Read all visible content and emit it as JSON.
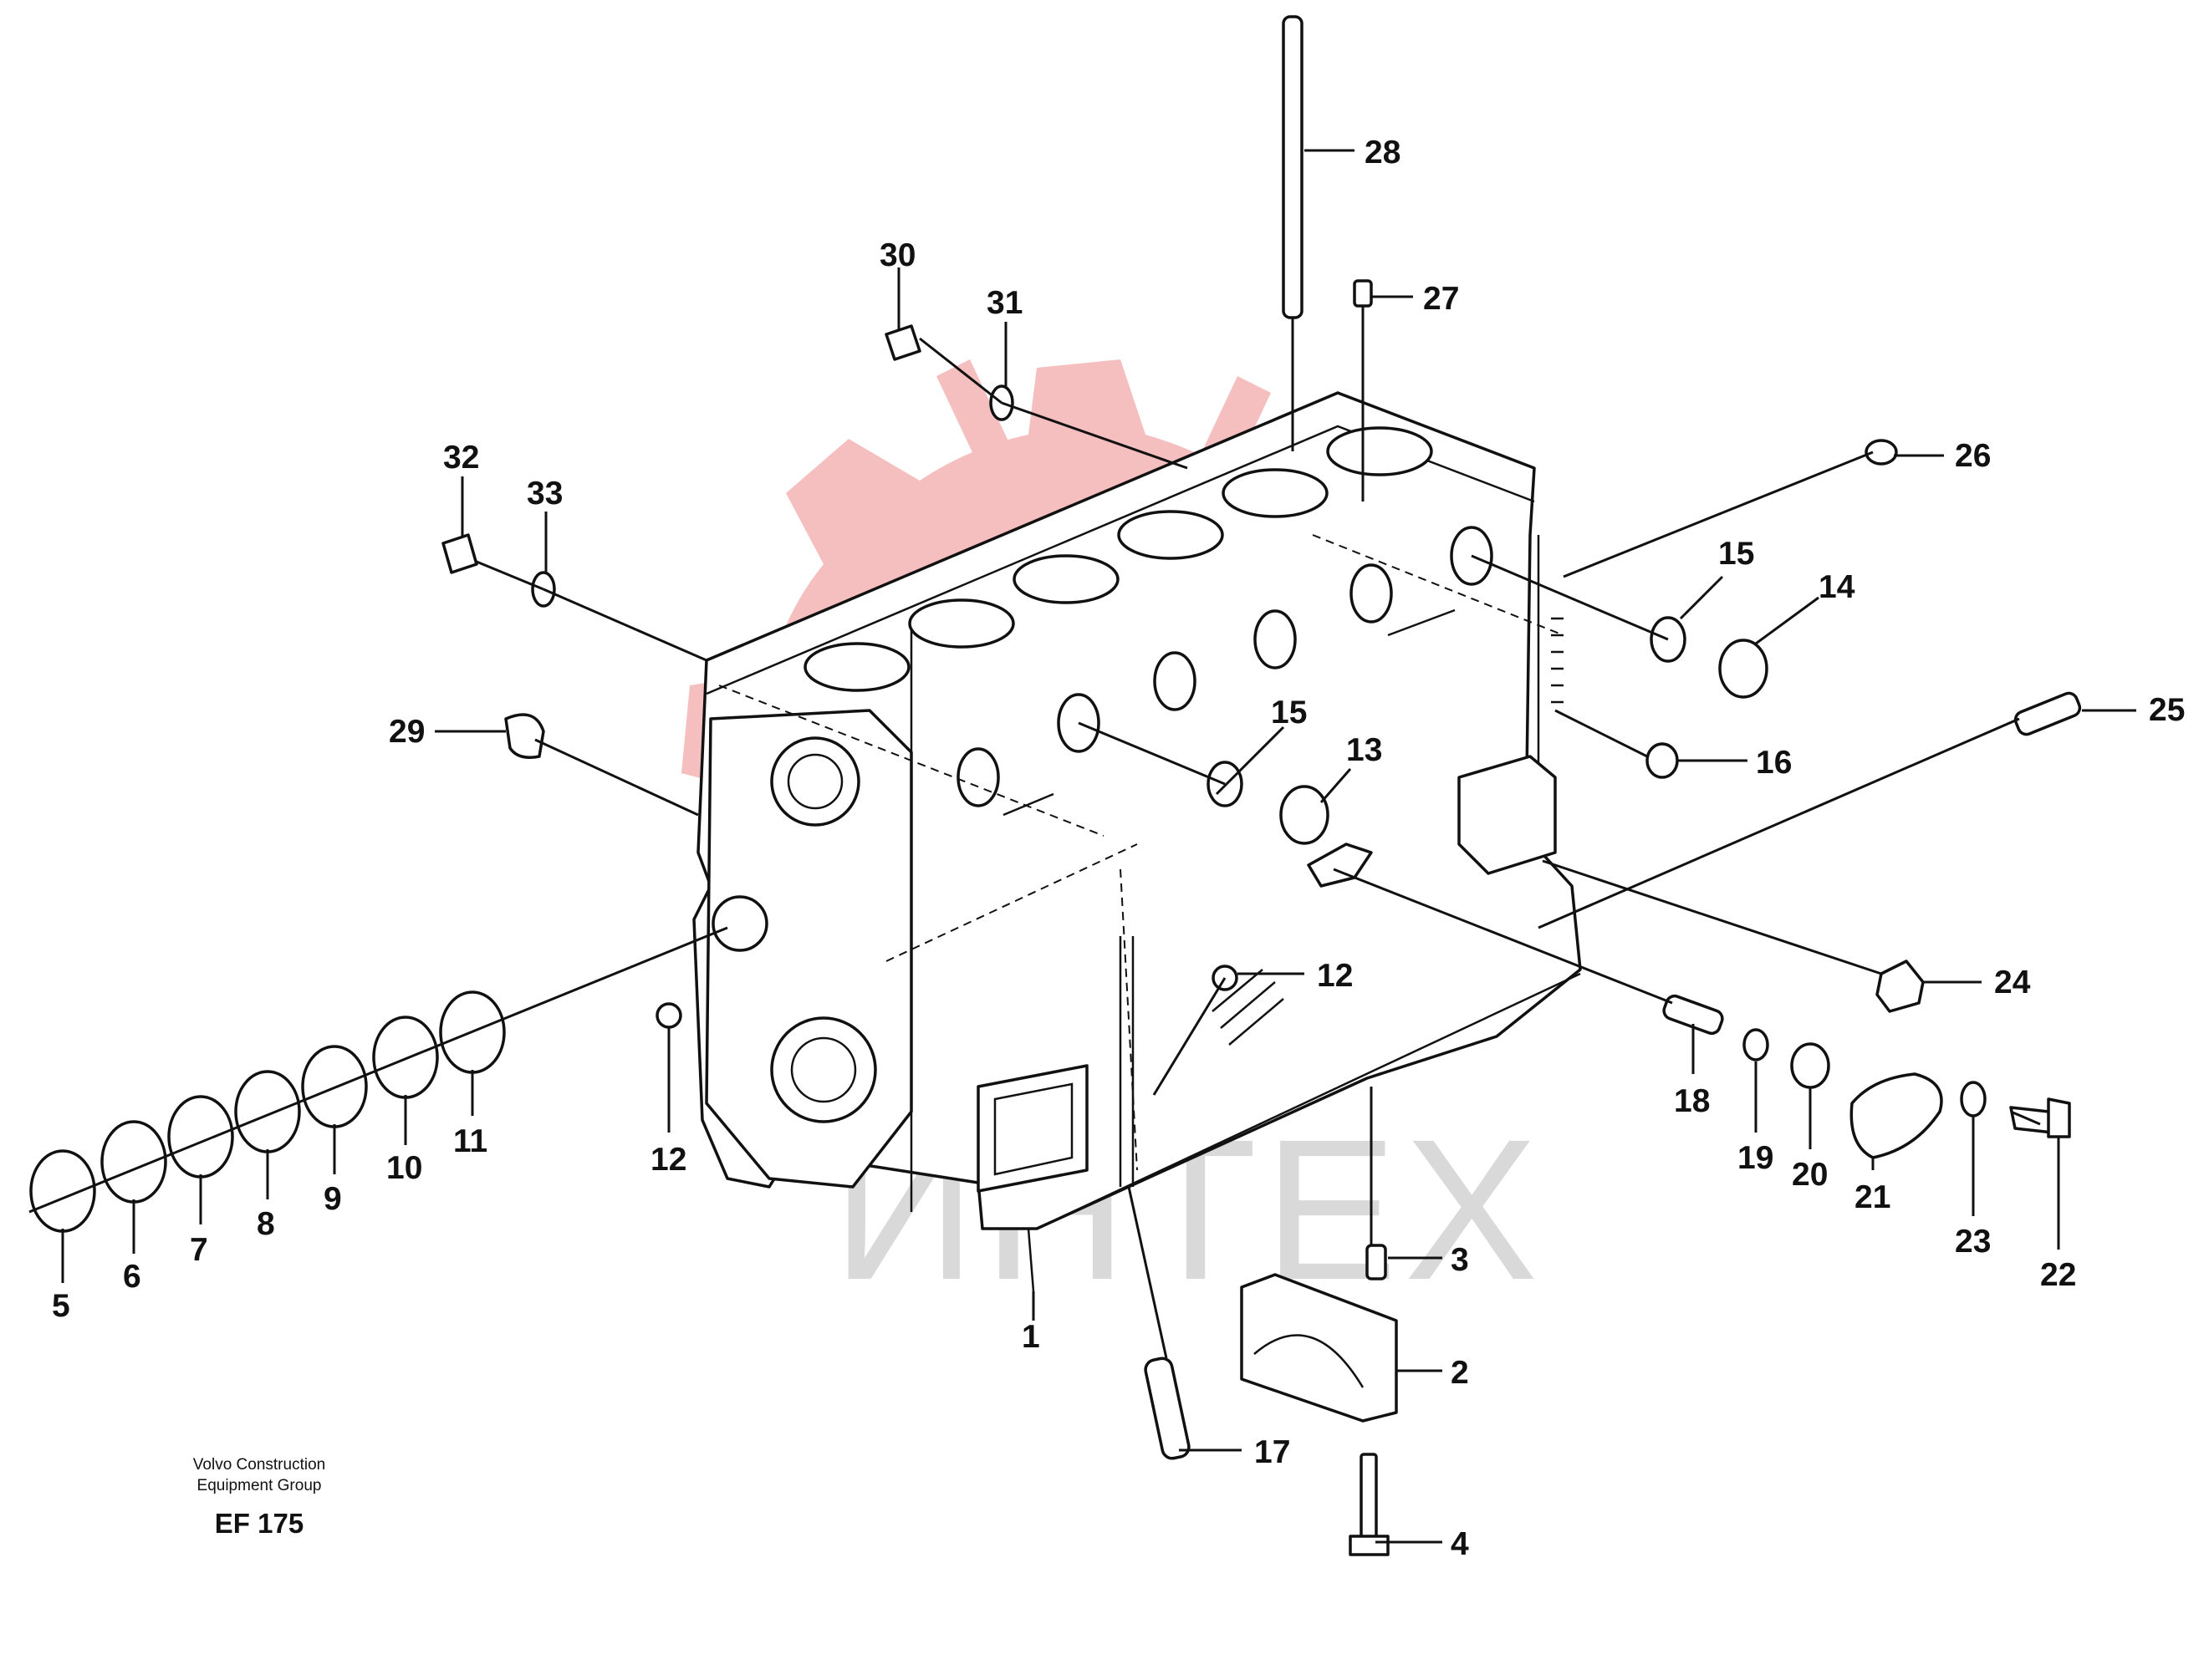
{
  "watermark": {
    "text": "ИНТЕХ",
    "logo_color": "#f4b4b4",
    "text_color": "#d9d9d9"
  },
  "callouts": [
    "1",
    "2",
    "3",
    "4",
    "5",
    "6",
    "7",
    "8",
    "9",
    "10",
    "11",
    "12",
    "12",
    "13",
    "14",
    "15",
    "15",
    "16",
    "17",
    "18",
    "19",
    "20",
    "21",
    "22",
    "23",
    "24",
    "25",
    "26",
    "27",
    "28",
    "29",
    "30",
    "31",
    "32",
    "33"
  ],
  "footer": {
    "line1": "Volvo Construction",
    "line2": "Equipment Group",
    "code": "EF 175"
  }
}
